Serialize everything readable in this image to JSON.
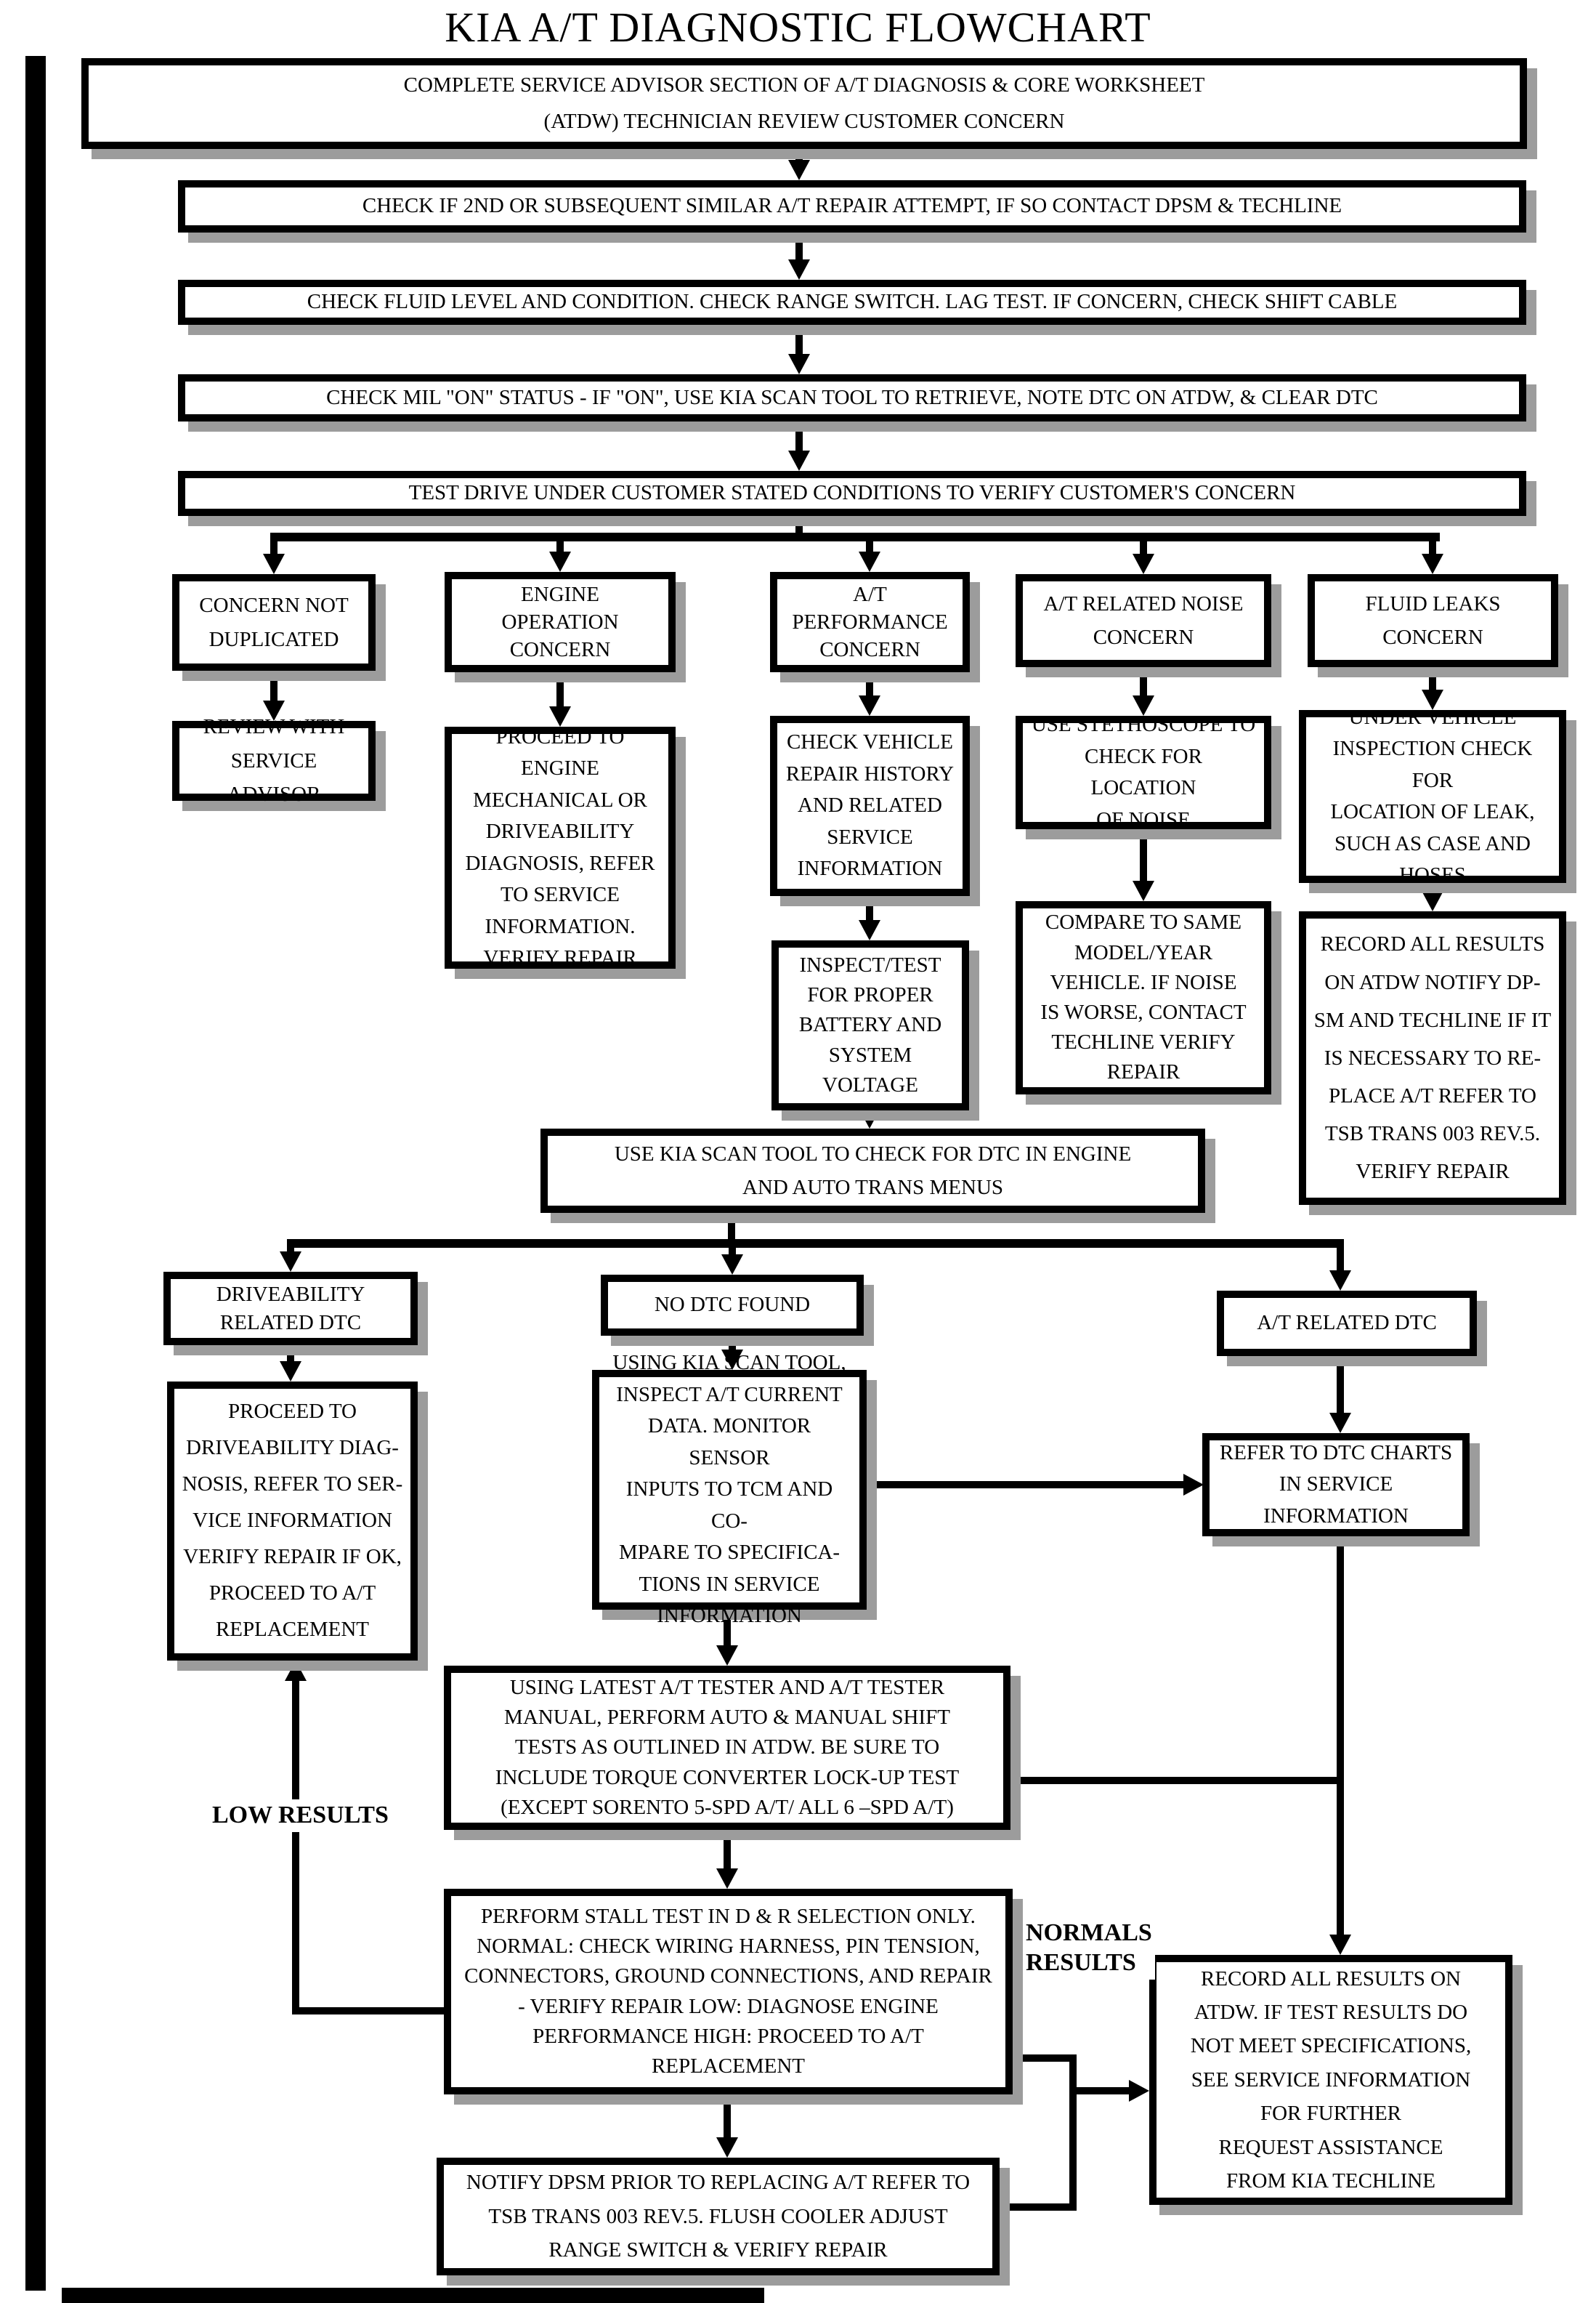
{
  "title": "KIA A/T DIAGNOSTIC FLOWCHART",
  "colors": {
    "ink": "#000000",
    "shadow": "#9c9c9c",
    "background": "#ffffff"
  },
  "nodes": {
    "complete_worksheet": {
      "text": "COMPLETE SERVICE ADVISOR SECTION OF A/T DIAGNOSIS & CORE WORKSHEET\n(ATDW) TECHNICIAN REVIEW CUSTOMER CONCERN"
    },
    "check_second_attempt": {
      "text": "CHECK IF 2ND OR SUBSEQUENT SIMILAR A/T REPAIR ATTEMPT, IF SO CONTACT DPSM & TECHLINE"
    },
    "check_fluid": {
      "text": "CHECK FLUID LEVEL AND CONDITION. CHECK RANGE SWITCH. LAG TEST. IF CONCERN, CHECK SHIFT CABLE"
    },
    "check_mil": {
      "text": "CHECK MIL \"ON\" STATUS - IF \"ON\", USE KIA SCAN TOOL TO RETRIEVE, NOTE DTC ON ATDW, & CLEAR DTC"
    },
    "test_drive": {
      "text": "TEST DRIVE UNDER CUSTOMER STATED CONDITIONS TO VERIFY CUSTOMER'S CONCERN"
    },
    "concern_not_duplicated": {
      "text": "CONCERN NOT\nDUPLICATED"
    },
    "engine_operation": {
      "text": "ENGINE\nOPERATION\nCONCERN"
    },
    "at_performance": {
      "text": "A/T\nPERFORMANCE\nCONCERN"
    },
    "at_noise": {
      "text": "A/T RELATED NOISE\nCONCERN"
    },
    "fluid_leaks": {
      "text": "FLUID LEAKS\nCONCERN"
    },
    "review_advisor": {
      "text": "REVIEW WITH\nSERVICE ADVISOR"
    },
    "proceed_engine": {
      "text": "PROCEED TO ENGINE\nMECHANICAL OR\nDRIVEABILITY\nDIAGNOSIS, REFER\nTO SERVICE\nINFORMATION.\nVERIFY REPAIR"
    },
    "check_history": {
      "text": "CHECK VEHICLE\nREPAIR HISTORY\nAND RELATED\nSERVICE\nINFORMATION"
    },
    "stethoscope": {
      "text": "USE STETHOSCOPE TO\nCHECK FOR LOCATION\nOF NOISE"
    },
    "under_vehicle": {
      "text": "UNDER VEHICLE\nINSPECTION CHECK FOR\nLOCATION OF LEAK,\nSUCH AS CASE AND\nHOSES"
    },
    "compare_model": {
      "text": "COMPARE TO SAME\nMODEL/YEAR\nVEHICLE. IF NOISE\nIS WORSE, CONTACT\nTECHLINE VERIFY\nREPAIR"
    },
    "record_results_leak": {
      "text": "RECORD ALL RESULTS\nON ATDW NOTIFY DP-\nSM AND TECHLINE IF IT\nIS NECESSARY TO RE-\nPLACE A/T REFER TO\nTSB TRANS 003 REV.5.\nVERIFY REPAIR"
    },
    "inspect_battery": {
      "text": "INSPECT/TEST\nFOR PROPER\nBATTERY AND\nSYSTEM\nVOLTAGE"
    },
    "scan_dtc_menus": {
      "text": "USE KIA SCAN TOOL TO CHECK FOR DTC IN ENGINE\nAND AUTO TRANS MENUS"
    },
    "driveability_dtc": {
      "text": "DRIVEABILITY\nRELATED DTC"
    },
    "no_dtc": {
      "text": "NO DTC FOUND"
    },
    "at_dtc": {
      "text": "A/T RELATED DTC"
    },
    "proceed_driveability": {
      "text": "PROCEED TO\nDRIVEABILITY DIAG-\nNOSIS, REFER TO SER-\nVICE INFORMATION\nVERIFY REPAIR IF OK,\nPROCEED TO A/T\nREPLACEMENT"
    },
    "using_scan_current": {
      "text": "USING KIA SCAN TOOL,\nINSPECT A/T CURRENT\nDATA. MONITOR SENSOR\nINPUTS TO TCM AND CO-\nMPARE TO SPECIFICA-\nTIONS IN SERVICE\nINFORMATION"
    },
    "dtc_charts": {
      "text": "REFER TO DTC CHARTS\nIN SERVICE\nINFORMATION"
    },
    "at_tester": {
      "text": "USING LATEST A/T TESTER AND A/T TESTER\nMANUAL, PERFORM AUTO & MANUAL SHIFT\nTESTS AS OUTLINED IN ATDW. BE SURE TO\nINCLUDE TORQUE CONVERTER LOCK-UP TEST\n(EXCEPT SORENTO 5-SPD A/T/ ALL 6 –SPD A/T)"
    },
    "stall_test": {
      "text": "PERFORM STALL TEST IN D & R SELECTION ONLY.\nNORMAL: CHECK WIRING HARNESS, PIN TENSION,\nCONNECTORS, GROUND CONNECTIONS, AND REPAIR\n- VERIFY REPAIR LOW: DIAGNOSE ENGINE\nPERFORMANCE HIGH: PROCEED TO A/T\nREPLACEMENT"
    },
    "record_results_final": {
      "text": "RECORD ALL RESULTS ON\nATDW. IF TEST RESULTS DO\nNOT MEET SPECIFICATIONS,\nSEE SERVICE INFORMATION\nFOR FURTHER\nREQUEST ASSISTANCE\nFROM KIA TECHLINE"
    },
    "notify_dpsm": {
      "text": "NOTIFY DPSM PRIOR TO REPLACING A/T REFER TO\nTSB TRANS 003 REV.5. FLUSH COOLER ADJUST\nRANGE SWITCH & VERIFY REPAIR"
    }
  },
  "labels": {
    "low_results": "LOW RESULTS",
    "normals_results": "NORMALS\nRESULTS"
  }
}
